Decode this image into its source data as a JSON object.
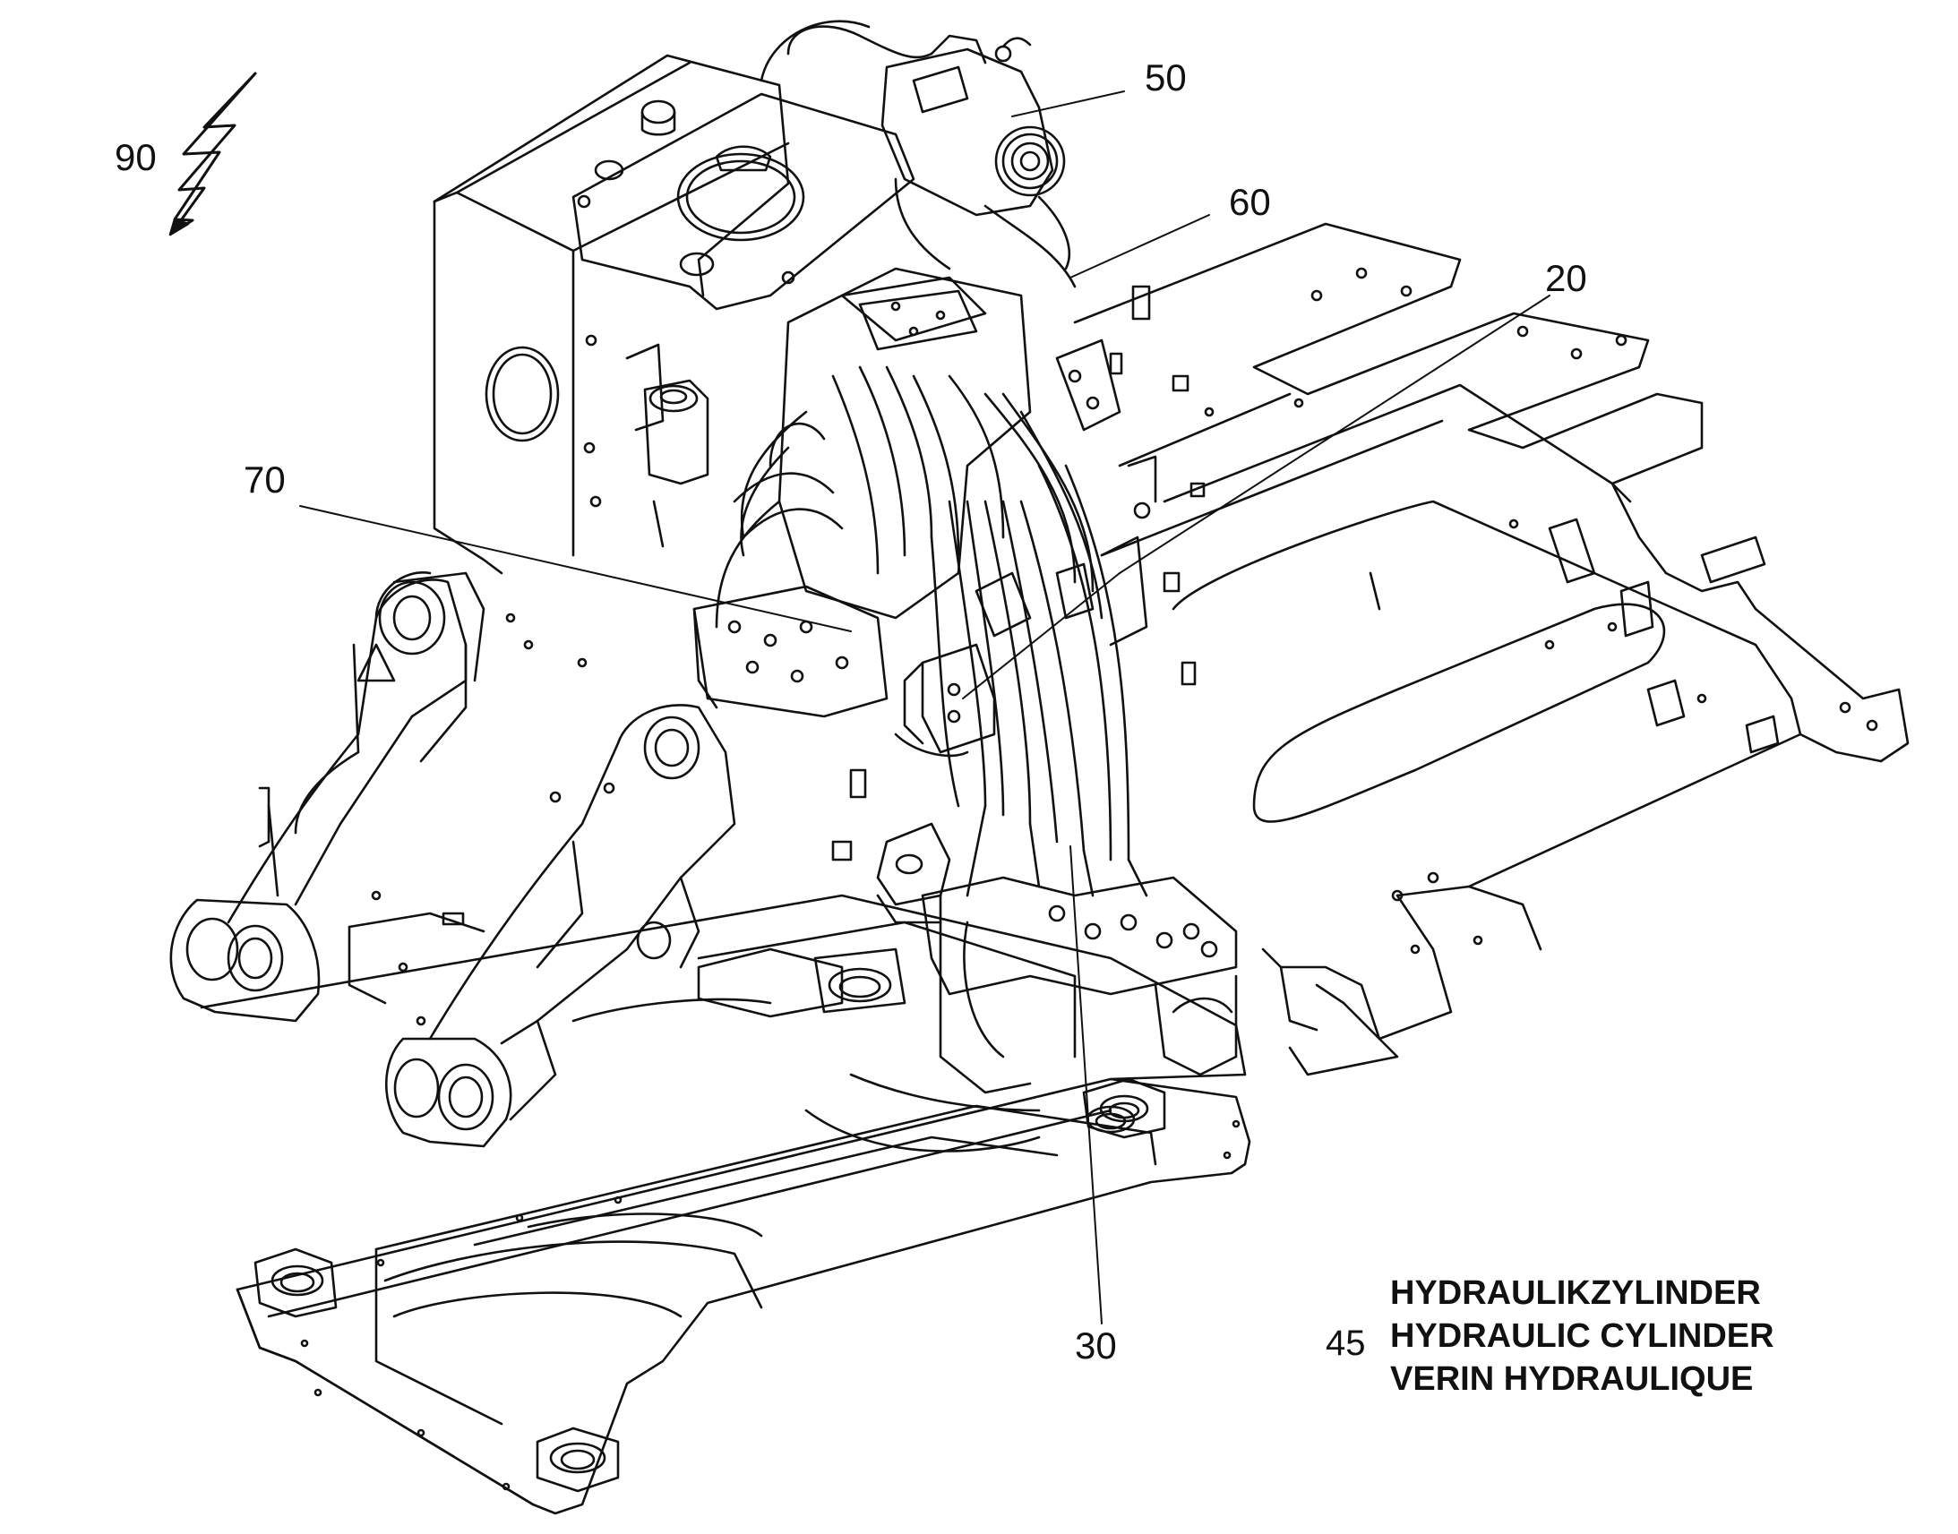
{
  "callouts": {
    "c90": "90",
    "c50": "50",
    "c60": "60",
    "c20": "20",
    "c70": "70",
    "c30": "30"
  },
  "title_block": {
    "number": "45",
    "lines": [
      "HYDRAULIKZYLINDER",
      "HYDRAULIC CYLINDER",
      "VERIN HYDRAULIQUE"
    ]
  },
  "colors": {
    "line": "#111111",
    "background": "#ffffff"
  },
  "icons": [
    "lightning-bolt-icon"
  ]
}
